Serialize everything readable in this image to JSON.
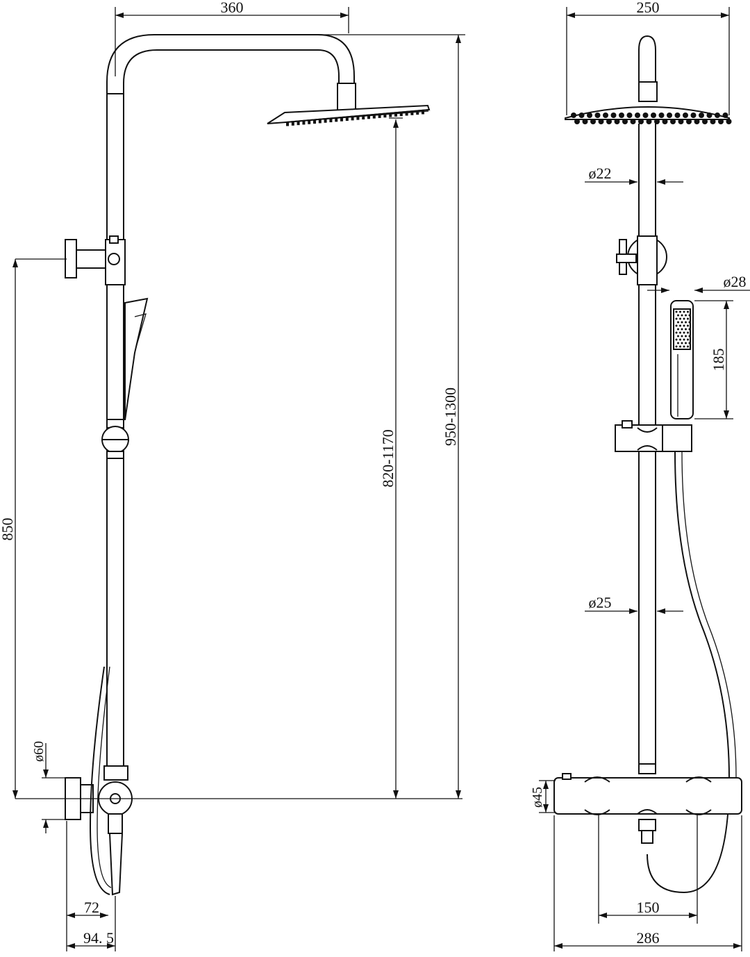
{
  "front_view": {
    "dim_width_top": "360",
    "dim_total_height": "950-1300",
    "dim_head_height": "820-1170",
    "dim_bracket_height": "850",
    "dim_flange_dia": "ø60",
    "dim_wall_to_bar": "72",
    "dim_wall_to_valve": "94. 5"
  },
  "side_view": {
    "dim_head_width": "250",
    "dim_upper_pipe_dia": "ø22",
    "dim_handset_dia": "ø28",
    "dim_handset_length": "185",
    "dim_lower_pipe_dia": "ø25",
    "dim_valve_dia": "ø45",
    "dim_valve_centres": "150",
    "dim_valve_length": "286"
  },
  "colors": {
    "line": "#111111",
    "background": "#ffffff"
  }
}
